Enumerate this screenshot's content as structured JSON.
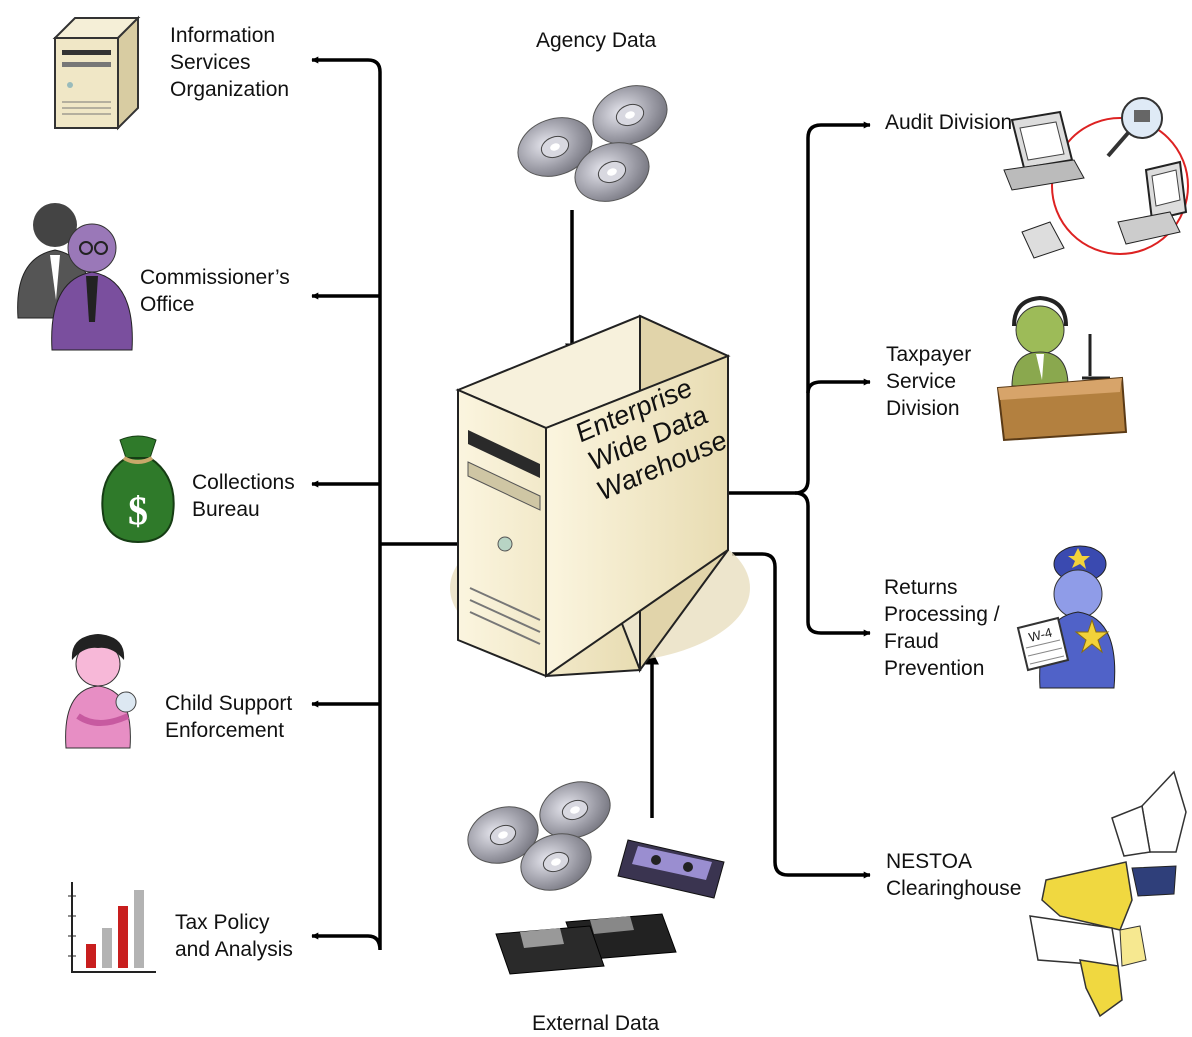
{
  "center": {
    "title": "Enterprise\nWide Data\nWarehouse"
  },
  "sources": {
    "agency": "Agency Data",
    "external": "External Data"
  },
  "left_nodes": [
    {
      "label": "Information\nServices\nOrganization",
      "icon": "server-tower-icon"
    },
    {
      "label": "Commissioner’s\nOffice",
      "icon": "two-people-icon"
    },
    {
      "label": "Collections\nBureau",
      "icon": "money-bag-icon"
    },
    {
      "label": "Child Support\nEnforcement",
      "icon": "mother-child-icon"
    },
    {
      "label": "Tax Policy\nand Analysis",
      "icon": "bar-chart-icon"
    }
  ],
  "right_nodes": [
    {
      "label": "Audit Division",
      "icon": "audit-network-icon"
    },
    {
      "label": "Taxpayer\nService\nDivision",
      "icon": "call-center-agent-icon"
    },
    {
      "label": "Returns\nProcessing /\nFraud\nPrevention",
      "icon": "police-officer-w4-icon"
    },
    {
      "label": "NESTOA\nClearinghouse",
      "icon": "northeast-states-map-icon"
    }
  ],
  "icon_text": {
    "w4": "W-4",
    "dollar": "$"
  },
  "colors": {
    "line": "#000000",
    "server_beige": "#f1e8c9",
    "server_side": "#d9cca3",
    "disc_gray": "#9c9ca6",
    "purple": "#8a64a8",
    "money_green": "#2f7a2a",
    "pink": "#e78ec4",
    "chart_red": "#c81e1e",
    "police_blue": "#4a5ec8",
    "map_yellow": "#f0d840",
    "map_navy": "#2f3f7a"
  }
}
